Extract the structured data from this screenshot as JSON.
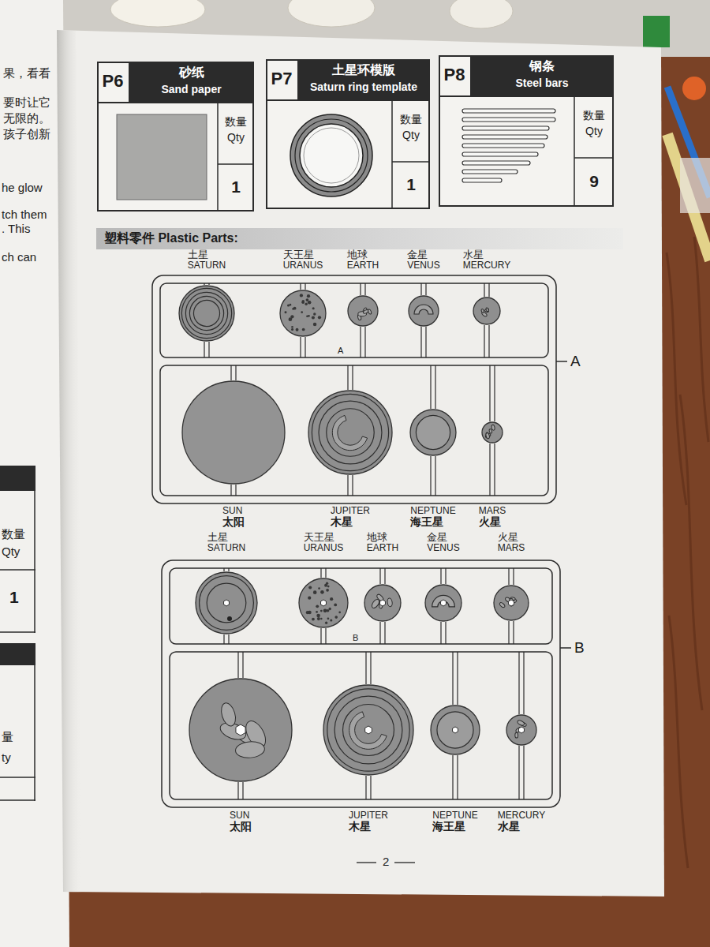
{
  "diagram": {
    "nodes": [
      {
        "text": [
          "P6",
          "砂纸",
          "Sand paper",
          "数量",
          "Qty",
          "1"
        ]
      },
      {
        "text": [
          "P7",
          "土星环模版",
          "Saturn ring template",
          "数量",
          "Qty",
          "1"
        ]
      },
      {
        "text": [
          "P8",
          "钢条",
          "Steel bars",
          "数量",
          "Qty",
          "9"
        ]
      },
      {
        "text": [
          "塑料零件 Plastic Parts:"
        ]
      },
      {
        "text": [
          "数量",
          "Qty",
          "1"
        ]
      },
      {
        "text": [
          "量",
          "ty"
        ]
      },
      {
        "text": [
          "A",
          "A"
        ]
      },
      {
        "text": [
          "土星",
          "SATURN"
        ],
        "in": 6
      },
      {
        "text": [
          "天王星",
          "URANUS"
        ],
        "in": 6
      },
      {
        "text": [
          "地球",
          "EARTH"
        ],
        "in": 6
      },
      {
        "text": [
          "金星",
          "VENUS"
        ],
        "in": 6
      },
      {
        "text": [
          "水星",
          "MERCURY"
        ],
        "in": 6
      },
      {
        "text": [
          "SUN",
          "太阳"
        ],
        "in": 6
      },
      {
        "text": [
          "JUPITER",
          "木星"
        ],
        "in": 6
      },
      {
        "text": [
          "NEPTUNE",
          "海王星"
        ],
        "in": 6
      },
      {
        "text": [
          "MARS",
          "火星"
        ],
        "in": 6
      },
      {
        "text": [
          "B",
          "B"
        ]
      },
      {
        "text": [
          "土星",
          "SATURN"
        ],
        "in": 16
      },
      {
        "text": [
          "天王星",
          "URANUS"
        ],
        "in": 16
      },
      {
        "text": [
          "地球",
          "EARTH"
        ],
        "in": 16
      },
      {
        "text": [
          "金星",
          "VENUS"
        ],
        "in": 16
      },
      {
        "text": [
          "火星",
          "MARS"
        ],
        "in": 16
      },
      {
        "text": [
          "SUN",
          "太阳"
        ],
        "in": 16
      },
      {
        "text": [
          "JUPITER",
          "木星"
        ],
        "in": 16
      },
      {
        "text": [
          "NEPTUNE",
          "海王星"
        ],
        "in": 16
      },
      {
        "text": [
          "MERCURY",
          "水星"
        ],
        "in": 16
      }
    ],
    "labels": [
      "果，看看",
      "要时让它",
      "无限的。",
      "孩子创新",
      "he glow",
      "tch them",
      ". This",
      "ch can",
      "2"
    ]
  }
}
